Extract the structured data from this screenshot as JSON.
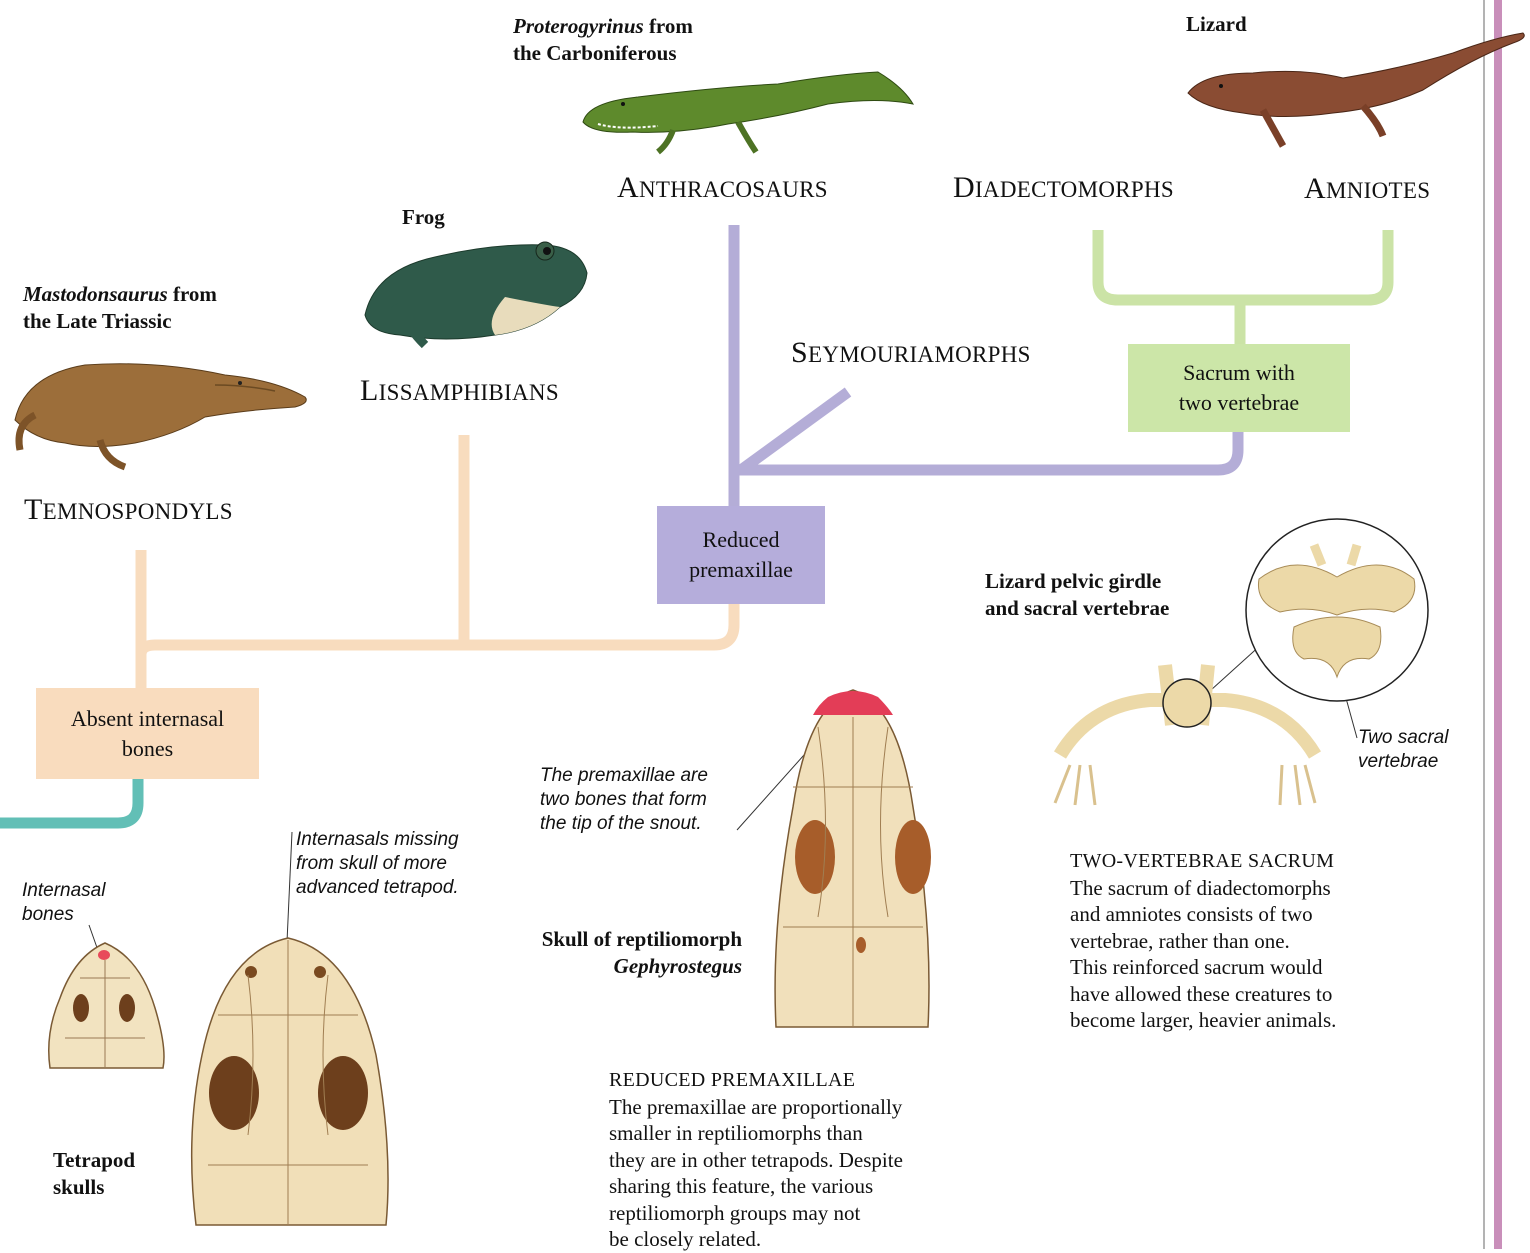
{
  "colors": {
    "basal_green": "#62bfb6",
    "peach": "#f8dcbe",
    "purple": "#b4add7",
    "light_green": "#cbe3a6",
    "right_border": "#c98fba",
    "peach_box": "#f9dcbe",
    "purple_box": "#b5addb",
    "green_box": "#cce6a8"
  },
  "clades": {
    "temnospondyls": {
      "cap": "T",
      "rest": "EMNOSPONDYLS"
    },
    "lissamphibians": {
      "cap": "L",
      "rest": "ISSAMPHIBIANS"
    },
    "anthracosaurs": {
      "cap": "A",
      "rest": "NTHRACOSAURS"
    },
    "diadectomorphs": {
      "cap": "D",
      "rest": "IADECTOMORPHS"
    },
    "amniotes": {
      "cap": "A",
      "rest": "MNIOTES"
    },
    "seymouriamorphs": {
      "cap": "S",
      "rest": "EYMOURIAMORPHS"
    }
  },
  "captions": {
    "mastodonsaurus_italic": "Mastodonsaurus",
    "mastodonsaurus_rest1": " from",
    "mastodonsaurus_rest2": "the Late Triassic",
    "frog": "Frog",
    "proterogyrinus_italic": "Proterogyrinus",
    "proterogyrinus_rest1": " from",
    "proterogyrinus_rest2": "the Carboniferous",
    "lizard": "Lizard",
    "lizard_pelvic_1": "Lizard pelvic girdle",
    "lizard_pelvic_2": "and sacral vertebrae",
    "tetrapod_skulls_1": "Tetrapod",
    "tetrapod_skulls_2": "skulls",
    "reptiliomorph_1": "Skull of reptiliomorph",
    "reptiliomorph_2": "Gephyrostegus"
  },
  "boxes": {
    "internasal": [
      "Absent internasal",
      "bones"
    ],
    "premaxillae": [
      "Reduced",
      "premaxillae"
    ],
    "sacrum": [
      "Sacrum with",
      "two vertebrae"
    ]
  },
  "notes": {
    "internasal_bones": [
      "Internasal",
      "bones"
    ],
    "internasals_missing": [
      "Internasals missing",
      "from skull of more",
      "advanced tetrapod."
    ],
    "premaxillae_tip": [
      "The premaxillae are",
      "two bones that form",
      "the tip of the snout."
    ],
    "two_sacral": [
      "Two sacral",
      "vertebrae"
    ]
  },
  "texts": {
    "sacrum_title": "TWO-VERTEBRAE SACRUM",
    "sacrum_body": [
      "The sacrum of diadectomorphs",
      "and amniotes consists of two",
      "vertebrae, rather than one.",
      "This reinforced sacrum would",
      "have allowed these creatures to",
      "become larger, heavier animals."
    ],
    "premax_title": "REDUCED PREMAXILLAE",
    "premax_body": [
      "The premaxillae are proportionally",
      "smaller in reptiliomorphs than",
      "they are in other tetrapods. Despite",
      "sharing this feature, the various",
      "reptiliomorph groups may not",
      "be closely related."
    ]
  },
  "icons": {
    "mastodonsaurus": "mastodonsaurus-illustration",
    "frog": "frog-illustration",
    "proterogyrinus": "proterogyrinus-illustration",
    "lizard": "lizard-illustration",
    "pelvic": "pelvic-girdle-illustration",
    "skull_small": "small-skull-illustration",
    "skull_large": "large-skull-illustration",
    "skull_reptiliomorph": "reptiliomorph-skull-illustration"
  }
}
